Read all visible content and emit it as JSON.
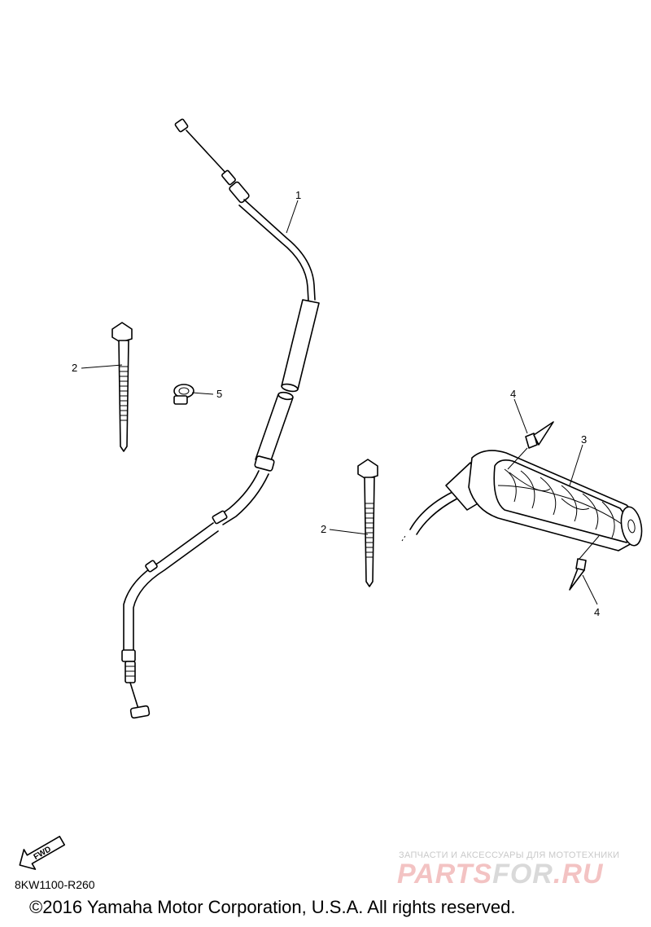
{
  "callouts": {
    "c1": "1",
    "c2a": "2",
    "c2b": "2",
    "c3": "3",
    "c4a": "4",
    "c4b": "4",
    "c5": "5"
  },
  "fwd_label": "FWD",
  "diagram_code": "8KW1100-R260",
  "copyright": "©2016 Yamaha Motor Corporation, U.S.A. All rights reserved.",
  "watermark": {
    "tagline": "ЗАПЧАСТИ И АКСЕССУАРЫ ДЛЯ МОТОТЕХНИКИ",
    "logo_part1": "PARTS",
    "logo_part2": "FOR",
    "logo_part3": ".RU"
  }
}
